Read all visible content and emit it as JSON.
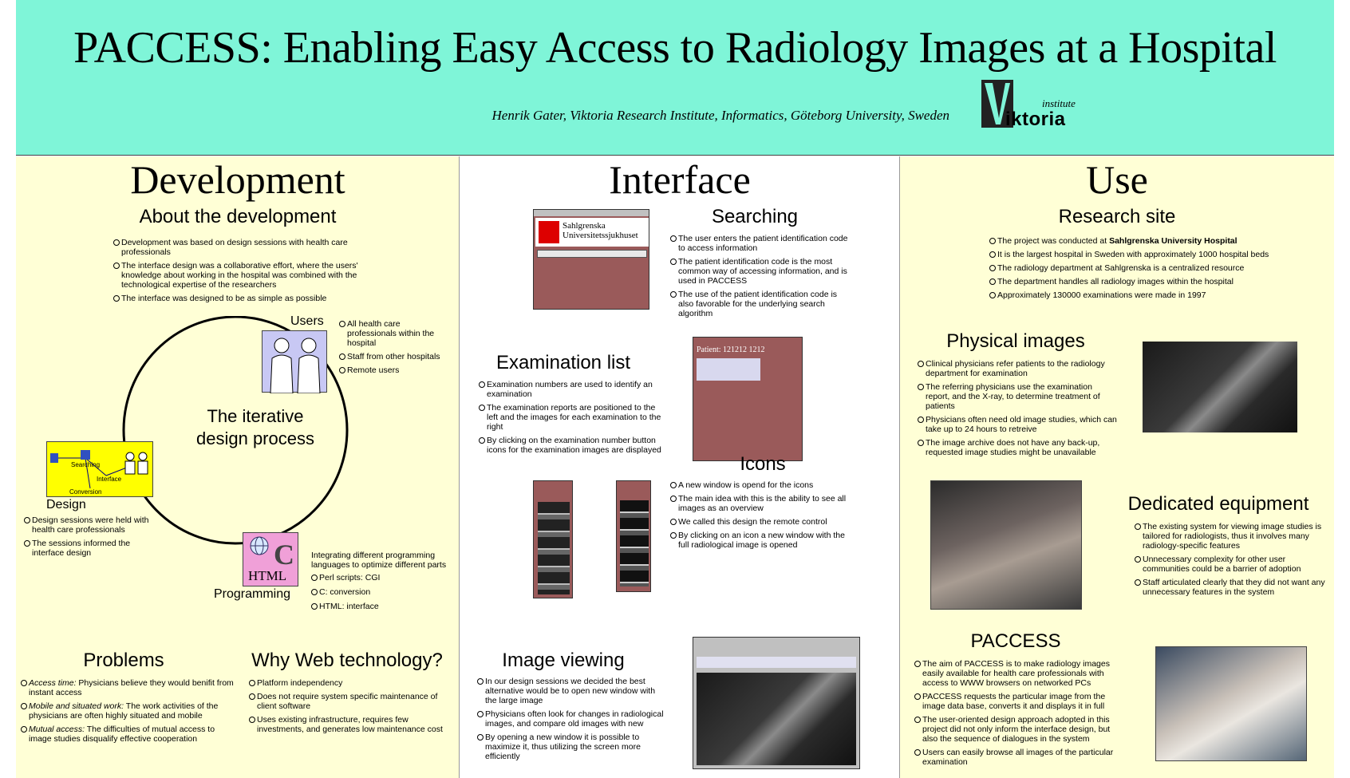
{
  "header": {
    "title": "PACCESS: Enabling Easy Access to Radiology Images at a Hospital",
    "authors": "Henrik Gater, Viktoria Research Institute, Informatics, Göteborg University, Sweden",
    "logo_institute": "institute",
    "logo_name": "iktoria"
  },
  "development": {
    "title": "Development",
    "about_title": "About the development",
    "about": [
      "Development was based on design sessions with health care professionals",
      "The interface design was a collaborative effort, where the users' knowledge about working in the hospital was combined with the technological expertise of the researchers",
      "The interface was designed to be as simple as possible"
    ],
    "cycle_line1": "The iterative",
    "cycle_line2": "design process",
    "users_label": "Users",
    "users": [
      "All health care professionals within the hospital",
      "Staff from other hospitals",
      "Remote users"
    ],
    "design_label": "Design",
    "design_box": [
      "Searching",
      "Interface",
      "Conversion"
    ],
    "design": [
      "Design sessions were held with health care professionals",
      "The sessions informed the interface design"
    ],
    "programming_label": "Programming",
    "html_icon_text": "HTML",
    "c_icon_text": "C",
    "programming_intro": "Integrating different programming languages to optimize different parts",
    "programming": [
      "Perl scripts: CGI",
      "C: conversion",
      "HTML: interface"
    ],
    "problems_title": "Problems",
    "problems": [
      {
        "lead": "Access time:",
        "text": " Physicians believe they would benifit from instant access"
      },
      {
        "lead": "Mobile and situated work:",
        "text": " The work activities of the physicians are often highly situated and mobile"
      },
      {
        "lead": "Mutual access:",
        "text": " The difficulties of mutual access to image studies disqualify effective cooperation"
      }
    ],
    "web_title": "Why Web technology?",
    "web": [
      "Platform independency",
      "Does not require system specific maintenance of client software",
      "Uses existing infrastructure, requires few investments, and generates low maintenance cost"
    ]
  },
  "interface": {
    "title": "Interface",
    "searching_title": "Searching",
    "searching": [
      "The user enters the patient identification code to access information",
      "The patient identification code is the most common way of accessing information, and is used in PACCESS",
      "The use of the patient identification code is also favorable for the underlying search algorithm"
    ],
    "search_shot_brand1": "Sahlgrenska",
    "search_shot_brand2": "Universitetssjukhuset",
    "exam_title": "Examination list",
    "exam": [
      "Examination numbers are used to identify an examination",
      "The examination reports are positioned to the left and the images for each examination to the right",
      "By clicking on the examination number button icons for the examination images are displayed"
    ],
    "exam_shot_heading": "Patient: 121212 1212",
    "icons_title": "Icons",
    "icons": [
      "A new window is opend for the icons",
      "The main idea with this is the ability to see all images as an overview",
      "We called this design the remote control",
      "By clicking on an icon a new window with the full radiological image is opened"
    ],
    "viewing_title": "Image viewing",
    "viewing": [
      "In our design sessions we decided the best alternative would be to open new window with the large image",
      "Physicians often look for changes in radiological images, and compare old images with new",
      "By opening a new window it is possible to maximize it, thus utilizing the screen more efficiently"
    ]
  },
  "use": {
    "title": "Use",
    "research_title": "Research site",
    "research": [
      {
        "pre": "The project was conducted at ",
        "bold": "Sahlgrenska University Hospital"
      },
      {
        "pre": "It is the largest hospital in Sweden with approximately 1000 hospital beds",
        "bold": ""
      },
      {
        "pre": "The radiology department at Sahlgrenska is a centralized resource",
        "bold": ""
      },
      {
        "pre": "The department handles all radiology images within the hospital",
        "bold": ""
      },
      {
        "pre": "Approximately 130000 examinations were made in 1997",
        "bold": ""
      }
    ],
    "physical_title": "Physical images",
    "physical": [
      "Clinical physicians refer patients to the radiology department for examination",
      "The referring physicians use the examination report, and the X-ray, to determine treatment of patients",
      "Physicians often need old image studies, which can take up to 24 hours to retreive",
      "The image archive does not have any back-up, requested image studies might be unavailable"
    ],
    "dedicated_title": "Dedicated equipment",
    "dedicated": [
      "The existing system for viewing image studies is tailored for radiologists, thus it involves many radiology-specific features",
      "Unnecessary complexity for other user communities could be a barrier of adoption",
      "Staff articulated clearly that they did not want any unnecessary features in the system"
    ],
    "paccess_title": "PACCESS",
    "paccess": [
      "The aim of PACCESS is to make radiology images easily available for health care professionals with access to WWW browsers on networked PCs",
      "PACCESS requests the particular image from the image data base, converts it and displays it in full",
      "The user-oriented design approach adopted in this project did not only inform the interface design, but also the sequence of dialogues in the system",
      "Users can easily browse all images of the particular examination"
    ]
  },
  "colors": {
    "header_bg": "#7ff5d8",
    "panel_bg": "#ffffd6",
    "screenshot_bg": "#9a5a5a"
  }
}
